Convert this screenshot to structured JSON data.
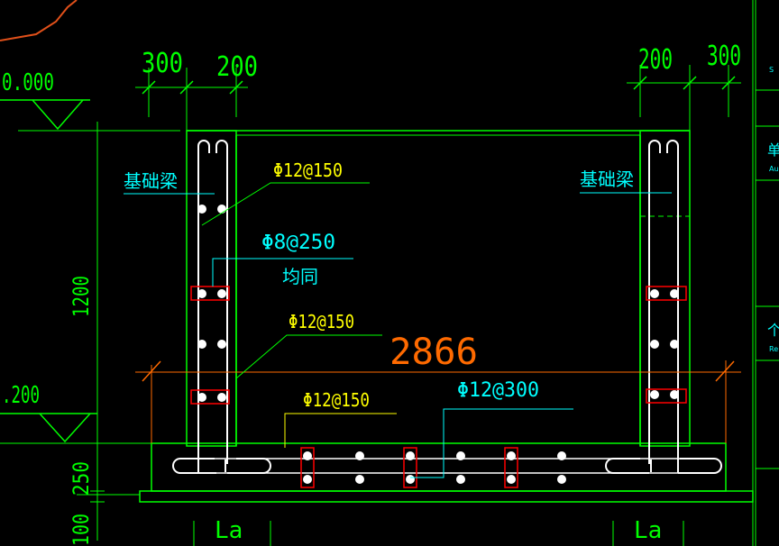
{
  "colors": {
    "background": "#000000",
    "outline": "#00ff00",
    "rebar": "#ffffff",
    "leader_cyan": "#00ffff",
    "leader_yellow": "#ffff00",
    "stirrup_red": "#ff0000",
    "dimension_orange": "#ff6a00",
    "terrain_orange": "#e0501a"
  },
  "dimensions": {
    "top_left": [
      "300",
      "200"
    ],
    "top_right": [
      "200",
      "300"
    ],
    "left_vertical": [
      "1200",
      "250",
      "100"
    ],
    "bottom_anchor_left": "La",
    "bottom_anchor_right": "La",
    "overall_width": "2866"
  },
  "levels": {
    "top": "0.000",
    "bottom": ".200"
  },
  "labels": {
    "beam_left": "基础梁",
    "beam_right": "基础梁",
    "rebar_1": "Φ12@150",
    "rebar_2": "Φ8@250",
    "rebar_2_note": "均同",
    "rebar_3": "Φ12@150",
    "rebar_4": "Φ12@150",
    "rebar_5": "Φ12@300"
  },
  "right_panel": {
    "chars": [
      "S",
      "单",
      "Au",
      "个",
      "Re"
    ]
  }
}
